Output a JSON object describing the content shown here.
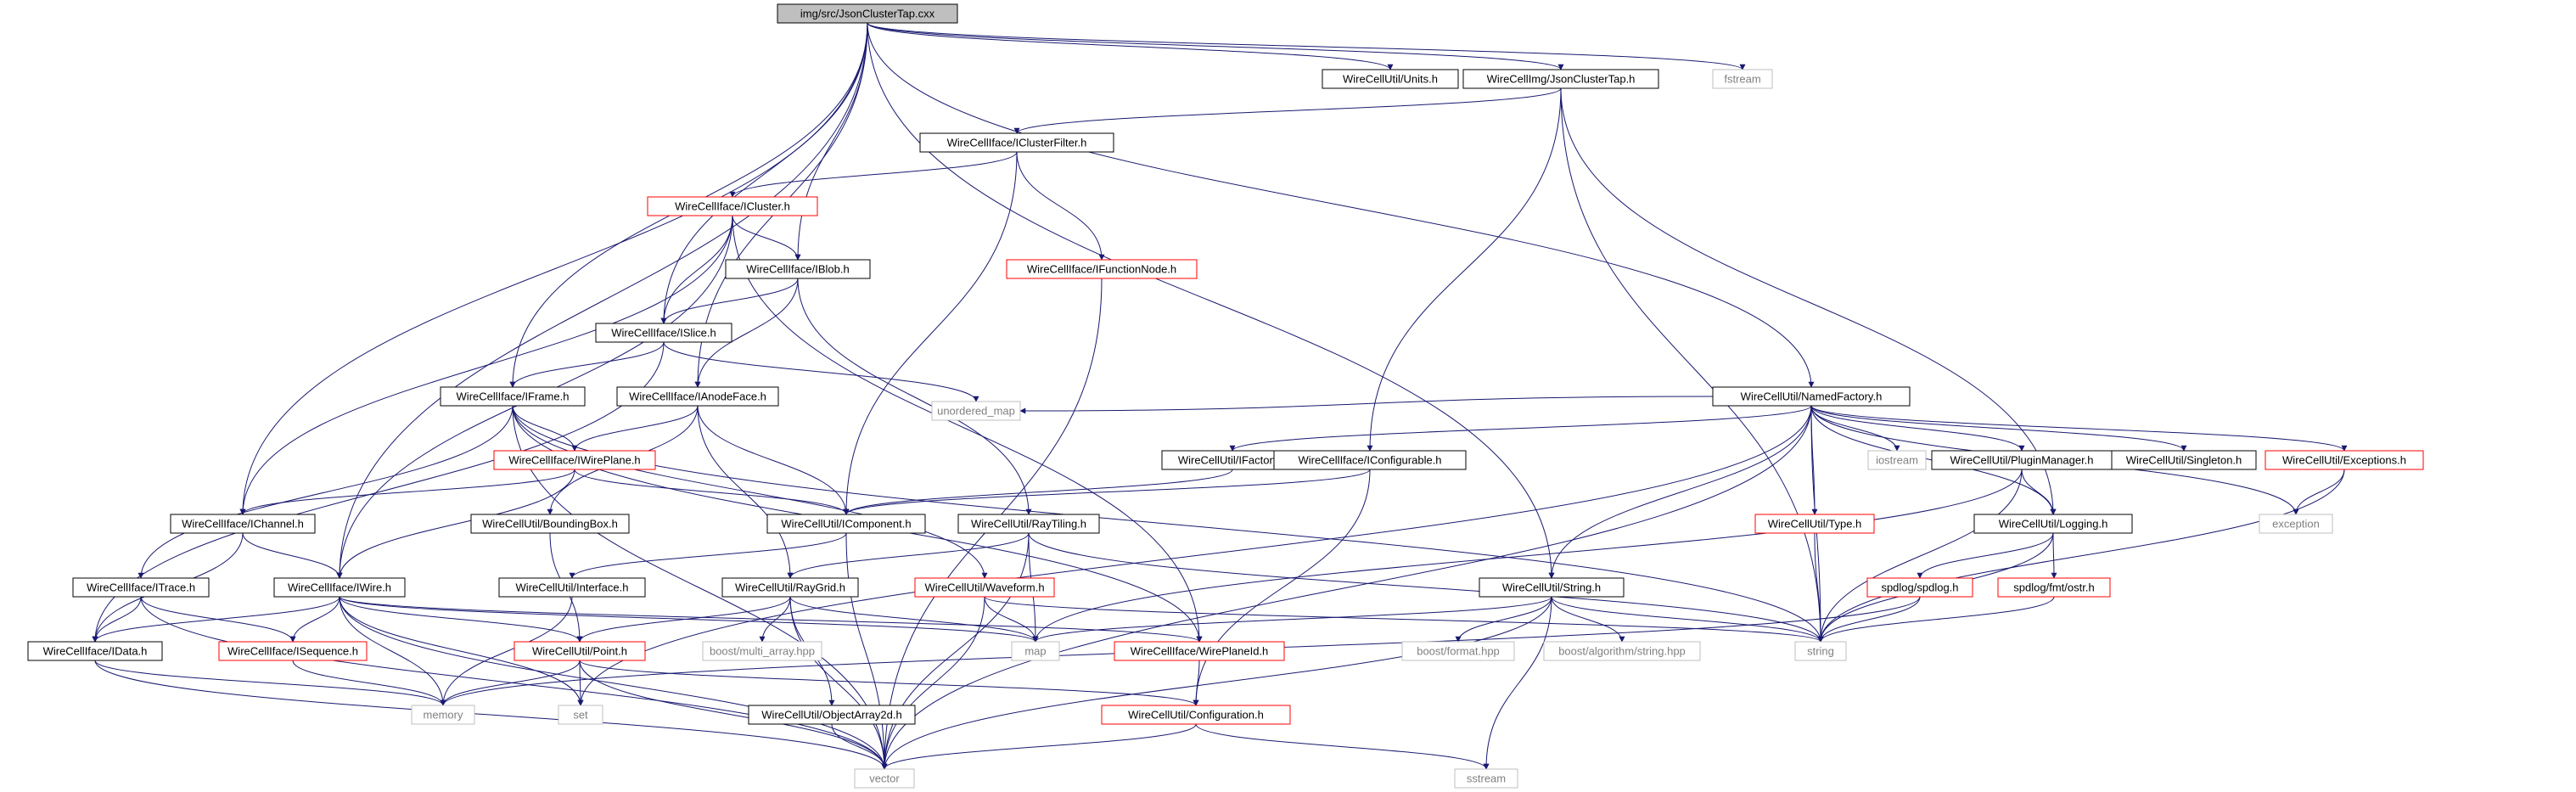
{
  "diagram": {
    "colors": {
      "black": "#000000",
      "red": "#ff0000",
      "grey": "#bfbfbf",
      "edge": "#191970",
      "root_fill": "#bfbfbf",
      "grey_text": "#808080"
    },
    "nodes": {
      "root": {
        "label": "img/src/JsonClusterTap.cxx",
        "style": "root"
      },
      "units": {
        "label": "WireCellUtil/Units.h",
        "style": "black"
      },
      "jsonclustertap": {
        "label": "WireCellImg/JsonClusterTap.h",
        "style": "black"
      },
      "fstream": {
        "label": "fstream",
        "style": "grey"
      },
      "iclusterfilter": {
        "label": "WireCellIface/IClusterFilter.h",
        "style": "black"
      },
      "icluster": {
        "label": "WireCellIface/ICluster.h",
        "style": "red"
      },
      "ifunctionnode": {
        "label": "WireCellIface/IFunctionNode.h",
        "style": "red"
      },
      "iblob": {
        "label": "WireCellIface/IBlob.h",
        "style": "black"
      },
      "islice": {
        "label": "WireCellIface/ISlice.h",
        "style": "black"
      },
      "iframe": {
        "label": "WireCellIface/IFrame.h",
        "style": "black"
      },
      "ianodeface": {
        "label": "WireCellIface/IAnodeFace.h",
        "style": "black"
      },
      "namedfactory": {
        "label": "WireCellUtil/NamedFactory.h",
        "style": "black"
      },
      "unordered_map": {
        "label": "unordered_map",
        "style": "grey"
      },
      "ifactory": {
        "label": "WireCellUtil/IFactory.h",
        "style": "black"
      },
      "iconfigurable": {
        "label": "WireCellIface/IConfigurable.h",
        "style": "black"
      },
      "iostream": {
        "label": "iostream",
        "style": "grey"
      },
      "pluginmanager": {
        "label": "WireCellUtil/PluginManager.h",
        "style": "black"
      },
      "singleton": {
        "label": "WireCellUtil/Singleton.h",
        "style": "black"
      },
      "exceptions": {
        "label": "WireCellUtil/Exceptions.h",
        "style": "red"
      },
      "iwireplane": {
        "label": "WireCellIface/IWirePlane.h",
        "style": "red"
      },
      "ichannel": {
        "label": "WireCellIface/IChannel.h",
        "style": "black"
      },
      "boundingbox": {
        "label": "WireCellUtil/BoundingBox.h",
        "style": "black"
      },
      "icomponent": {
        "label": "WireCellUtil/IComponent.h",
        "style": "black"
      },
      "raytiling": {
        "label": "WireCellUtil/RayTiling.h",
        "style": "black"
      },
      "type": {
        "label": "WireCellUtil/Type.h",
        "style": "red"
      },
      "logging": {
        "label": "WireCellUtil/Logging.h",
        "style": "black"
      },
      "exception": {
        "label": "exception",
        "style": "grey"
      },
      "itrace": {
        "label": "WireCellIface/ITrace.h",
        "style": "black"
      },
      "iwire": {
        "label": "WireCellIface/IWire.h",
        "style": "black"
      },
      "interface": {
        "label": "WireCellUtil/Interface.h",
        "style": "black"
      },
      "raygrid": {
        "label": "WireCellUtil/RayGrid.h",
        "style": "black"
      },
      "waveform": {
        "label": "WireCellUtil/Waveform.h",
        "style": "red"
      },
      "string_h": {
        "label": "WireCellUtil/String.h",
        "style": "black"
      },
      "spdlog": {
        "label": "spdlog/spdlog.h",
        "style": "red"
      },
      "ostr": {
        "label": "spdlog/fmt/ostr.h",
        "style": "red"
      },
      "idata": {
        "label": "WireCellIface/IData.h",
        "style": "black"
      },
      "isequence": {
        "label": "WireCellIface/ISequence.h",
        "style": "red"
      },
      "point": {
        "label": "WireCellUtil/Point.h",
        "style": "red"
      },
      "multi_array": {
        "label": "boost/multi_array.hpp",
        "style": "grey"
      },
      "map": {
        "label": "map",
        "style": "grey"
      },
      "wireplaneid": {
        "label": "WireCellIface/WirePlaneId.h",
        "style": "red"
      },
      "boost_format": {
        "label": "boost/format.hpp",
        "style": "grey"
      },
      "boost_algo": {
        "label": "boost/algorithm/string.hpp",
        "style": "grey"
      },
      "string": {
        "label": "string",
        "style": "grey"
      },
      "memory": {
        "label": "memory",
        "style": "grey"
      },
      "set": {
        "label": "set",
        "style": "grey"
      },
      "objectarray2d": {
        "label": "WireCellUtil/ObjectArray2d.h",
        "style": "black"
      },
      "configuration": {
        "label": "WireCellUtil/Configuration.h",
        "style": "red"
      },
      "vector": {
        "label": "vector",
        "style": "grey"
      },
      "sstream": {
        "label": "sstream",
        "style": "grey"
      }
    },
    "edges": [
      [
        "root",
        "units"
      ],
      [
        "root",
        "jsonclustertap"
      ],
      [
        "root",
        "fstream"
      ],
      [
        "root",
        "iblob"
      ],
      [
        "root",
        "islice"
      ],
      [
        "root",
        "iframe"
      ],
      [
        "root",
        "ianodeface"
      ],
      [
        "root",
        "ichannel"
      ],
      [
        "root",
        "iwire"
      ],
      [
        "root",
        "string_h"
      ],
      [
        "root",
        "namedfactory"
      ],
      [
        "jsonclustertap",
        "iclusterfilter"
      ],
      [
        "jsonclustertap",
        "iconfigurable"
      ],
      [
        "jsonclustertap",
        "logging"
      ],
      [
        "jsonclustertap",
        "string"
      ],
      [
        "iclusterfilter",
        "icluster"
      ],
      [
        "iclusterfilter",
        "ifunctionnode"
      ],
      [
        "iclusterfilter",
        "icomponent"
      ],
      [
        "icluster",
        "iblob"
      ],
      [
        "icluster",
        "islice"
      ],
      [
        "icluster",
        "ichannel"
      ],
      [
        "icluster",
        "iwire"
      ],
      [
        "icluster",
        "wireplaneid"
      ],
      [
        "ifunctionnode",
        "vector"
      ],
      [
        "iblob",
        "islice"
      ],
      [
        "iblob",
        "ianodeface"
      ],
      [
        "iblob",
        "raytiling"
      ],
      [
        "islice",
        "iframe"
      ],
      [
        "islice",
        "unordered_map"
      ],
      [
        "islice",
        "idata"
      ],
      [
        "iframe",
        "iwireplane"
      ],
      [
        "iframe",
        "itrace"
      ],
      [
        "iframe",
        "waveform"
      ],
      [
        "iframe",
        "string"
      ],
      [
        "iframe",
        "vector"
      ],
      [
        "iframe",
        "wireplaneid"
      ],
      [
        "ianodeface",
        "iwireplane"
      ],
      [
        "ianodeface",
        "boundingbox"
      ],
      [
        "ianodeface",
        "raygrid"
      ],
      [
        "ianodeface",
        "icomponent"
      ],
      [
        "namedfactory",
        "unordered_map"
      ],
      [
        "namedfactory",
        "ifactory"
      ],
      [
        "namedfactory",
        "iostream"
      ],
      [
        "namedfactory",
        "pluginmanager"
      ],
      [
        "namedfactory",
        "singleton"
      ],
      [
        "namedfactory",
        "exceptions"
      ],
      [
        "namedfactory",
        "set"
      ],
      [
        "namedfactory",
        "type"
      ],
      [
        "namedfactory",
        "logging"
      ],
      [
        "namedfactory",
        "string_h"
      ],
      [
        "namedfactory",
        "vector"
      ],
      [
        "namedfactory",
        "exception"
      ],
      [
        "namedfactory",
        "string"
      ],
      [
        "ifactory",
        "icomponent"
      ],
      [
        "iconfigurable",
        "icomponent"
      ],
      [
        "iconfigurable",
        "configuration"
      ],
      [
        "pluginmanager",
        "logging"
      ],
      [
        "pluginmanager",
        "map"
      ],
      [
        "pluginmanager",
        "string"
      ],
      [
        "exceptions",
        "exception"
      ],
      [
        "exceptions",
        "string"
      ],
      [
        "iwireplane",
        "ichannel"
      ],
      [
        "iwireplane",
        "iwire"
      ],
      [
        "iwireplane",
        "icomponent"
      ],
      [
        "ichannel",
        "iwire"
      ],
      [
        "ichannel",
        "idata"
      ],
      [
        "boundingbox",
        "point"
      ],
      [
        "icomponent",
        "interface"
      ],
      [
        "icomponent",
        "vector"
      ],
      [
        "raytiling",
        "raygrid"
      ],
      [
        "raytiling",
        "map"
      ],
      [
        "raytiling",
        "vector"
      ],
      [
        "raytiling",
        "string"
      ],
      [
        "type",
        "string"
      ],
      [
        "logging",
        "spdlog"
      ],
      [
        "logging",
        "ostr"
      ],
      [
        "logging",
        "string"
      ],
      [
        "itrace",
        "idata"
      ],
      [
        "itrace",
        "isequence"
      ],
      [
        "itrace",
        "vector"
      ],
      [
        "iwire",
        "idata"
      ],
      [
        "iwire",
        "isequence"
      ],
      [
        "iwire",
        "point"
      ],
      [
        "iwire",
        "wireplaneid"
      ],
      [
        "iwire",
        "memory"
      ],
      [
        "iwire",
        "set"
      ],
      [
        "iwire",
        "map"
      ],
      [
        "iwire",
        "vector"
      ],
      [
        "interface",
        "memory"
      ],
      [
        "raygrid",
        "point"
      ],
      [
        "raygrid",
        "multi_array"
      ],
      [
        "raygrid",
        "map"
      ],
      [
        "raygrid",
        "objectarray2d"
      ],
      [
        "raygrid",
        "vector"
      ],
      [
        "waveform",
        "map"
      ],
      [
        "waveform",
        "string"
      ],
      [
        "waveform",
        "vector"
      ],
      [
        "string_h",
        "map"
      ],
      [
        "string_h",
        "boost_format"
      ],
      [
        "string_h",
        "boost_algo"
      ],
      [
        "string_h",
        "string"
      ],
      [
        "string_h",
        "sstream"
      ],
      [
        "string_h",
        "vector"
      ],
      [
        "spdlog",
        "string"
      ],
      [
        "spdlog",
        "memory"
      ],
      [
        "ostr",
        "string"
      ],
      [
        "idata",
        "memory"
      ],
      [
        "idata",
        "vector"
      ],
      [
        "isequence",
        "memory"
      ],
      [
        "point",
        "memory"
      ],
      [
        "point",
        "set"
      ],
      [
        "point",
        "vector"
      ],
      [
        "point",
        "configuration"
      ],
      [
        "wireplaneid",
        "configuration"
      ],
      [
        "objectarray2d",
        "vector"
      ],
      [
        "configuration",
        "vector"
      ],
      [
        "configuration",
        "sstream"
      ]
    ]
  }
}
